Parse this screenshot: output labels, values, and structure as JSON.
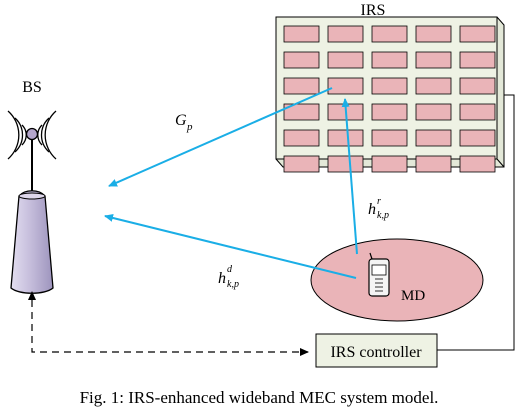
{
  "labels": {
    "irs": "IRS",
    "bs": "BS",
    "md": "MD",
    "irs_controller": "IRS controller",
    "g": {
      "base": "G",
      "sub": "p"
    },
    "hr": {
      "base": "h",
      "sup": "r",
      "sub": "k,p"
    },
    "hd": {
      "base": "h",
      "sup": "d",
      "sub": "k,p"
    }
  },
  "caption": "Fig. 1: IRS-enhanced wideband MEC system model.",
  "colors": {
    "signal_arrow": "#1aaee6",
    "irs_panel": "#eef2e4",
    "irs_element": "#eab4b8",
    "md_region": "#eab4b8",
    "bs_body": "#c6bedc"
  },
  "icons": [
    "antenna-waves-icon",
    "base-station-icon",
    "mobile-device-icon"
  ]
}
